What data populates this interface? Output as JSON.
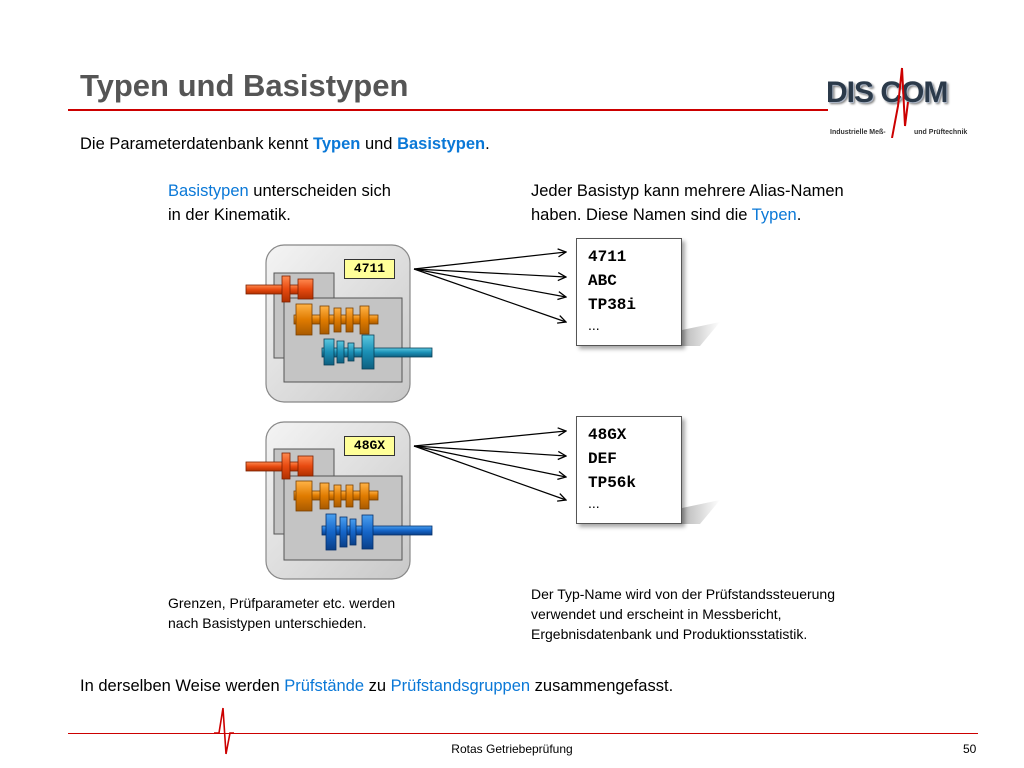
{
  "slide": {
    "title": "Typen und Basistypen",
    "intro": {
      "part1": "Die Parameterdatenbank kennt ",
      "term1": "Typen",
      "part2": " und ",
      "term2": "Basistypen",
      "part3": "."
    },
    "left_heading": {
      "term": "Basistypen",
      "line1_rest": " unterscheiden sich",
      "line2": "in der Kinematik."
    },
    "right_heading": {
      "line1": "Jeder Basistyp kann mehrere Alias-Namen",
      "line2_part1": "haben. Diese Namen sind die ",
      "term": "Typen",
      "line2_part3": "."
    },
    "basetypes": [
      {
        "label": "4711",
        "aliases": [
          "4711",
          "ABC",
          "TP38i"
        ],
        "more": "..."
      },
      {
        "label": "48GX",
        "aliases": [
          "48GX",
          "DEF",
          "TP56k"
        ],
        "more": "..."
      }
    ],
    "left_note": {
      "line1": "Grenzen, Prüfparameter etc. werden",
      "line2": "nach Basistypen unterschieden."
    },
    "right_note": {
      "line1": "Der Typ-Name wird von der Prüfstandssteuerung",
      "line2": "verwendet und erscheint in Messbericht,",
      "line3": "Ergebnisdatenbank und Produktionsstatistik."
    },
    "summary": {
      "part1": "In derselben Weise werden ",
      "term1": "Prüfstände",
      "part2": " zu ",
      "term2": "Prüfstandsgruppen",
      "part3": " zusammengefasst."
    },
    "footer": {
      "title": "Rotas Getriebeprüfung",
      "page": "50"
    }
  },
  "logo": {
    "brand": "DIS COM",
    "subtitle_left": "Industrielle Meß-",
    "subtitle_right": "und Prüftechnik"
  },
  "colors": {
    "accent_red": "#cc0000",
    "term_blue": "#0a78d7",
    "title_gray": "#555555",
    "label_yellow": "#ffff99"
  },
  "icons": [
    "gearbox-icon",
    "pulse-wave-icon"
  ]
}
